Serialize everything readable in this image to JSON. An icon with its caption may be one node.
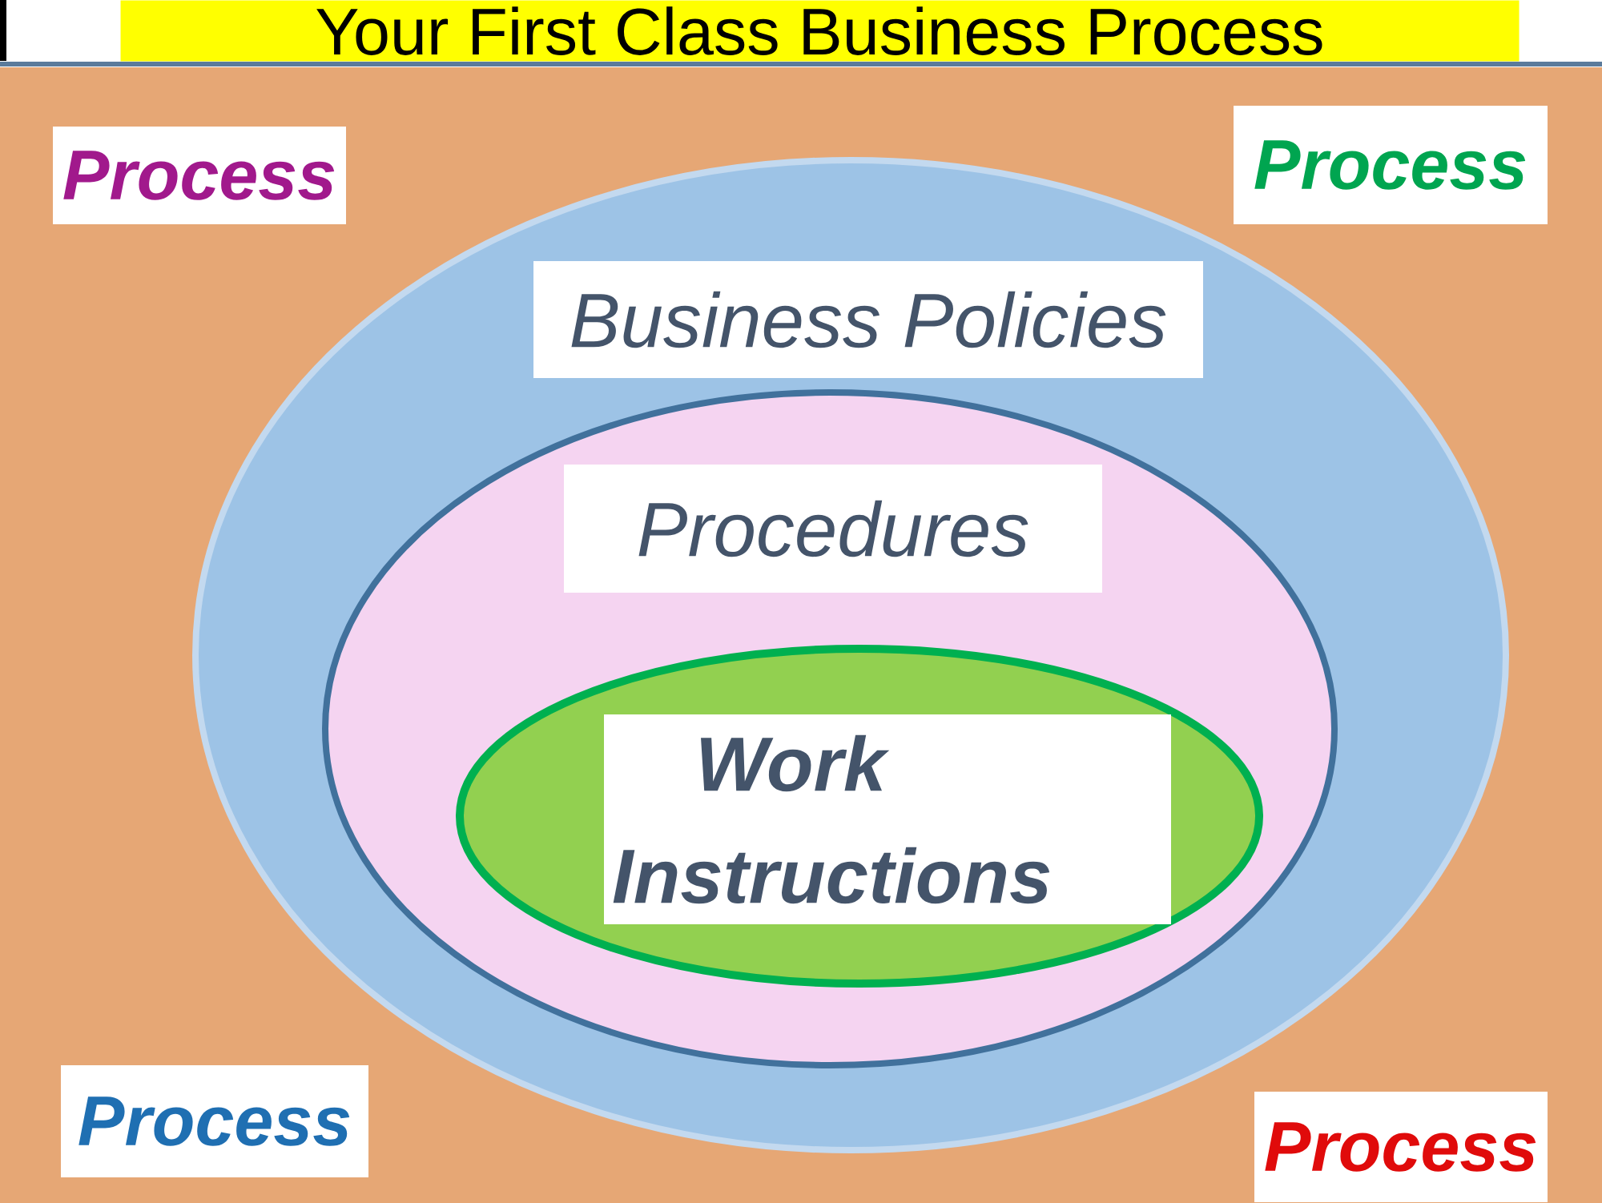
{
  "diagram": {
    "title": "Your First Class Business Process",
    "nodes": [
      {
        "text": [
          "Process"
        ]
      },
      {
        "text": [
          "Process"
        ]
      },
      {
        "text": [
          "Business Policies"
        ]
      },
      {
        "text": [
          "Procedures"
        ],
        "in": 2
      },
      {
        "text": [
          "Work Instructions"
        ],
        "in": 3
      },
      {
        "text": [
          "Process"
        ]
      },
      {
        "text": [
          "Process"
        ]
      }
    ]
  }
}
